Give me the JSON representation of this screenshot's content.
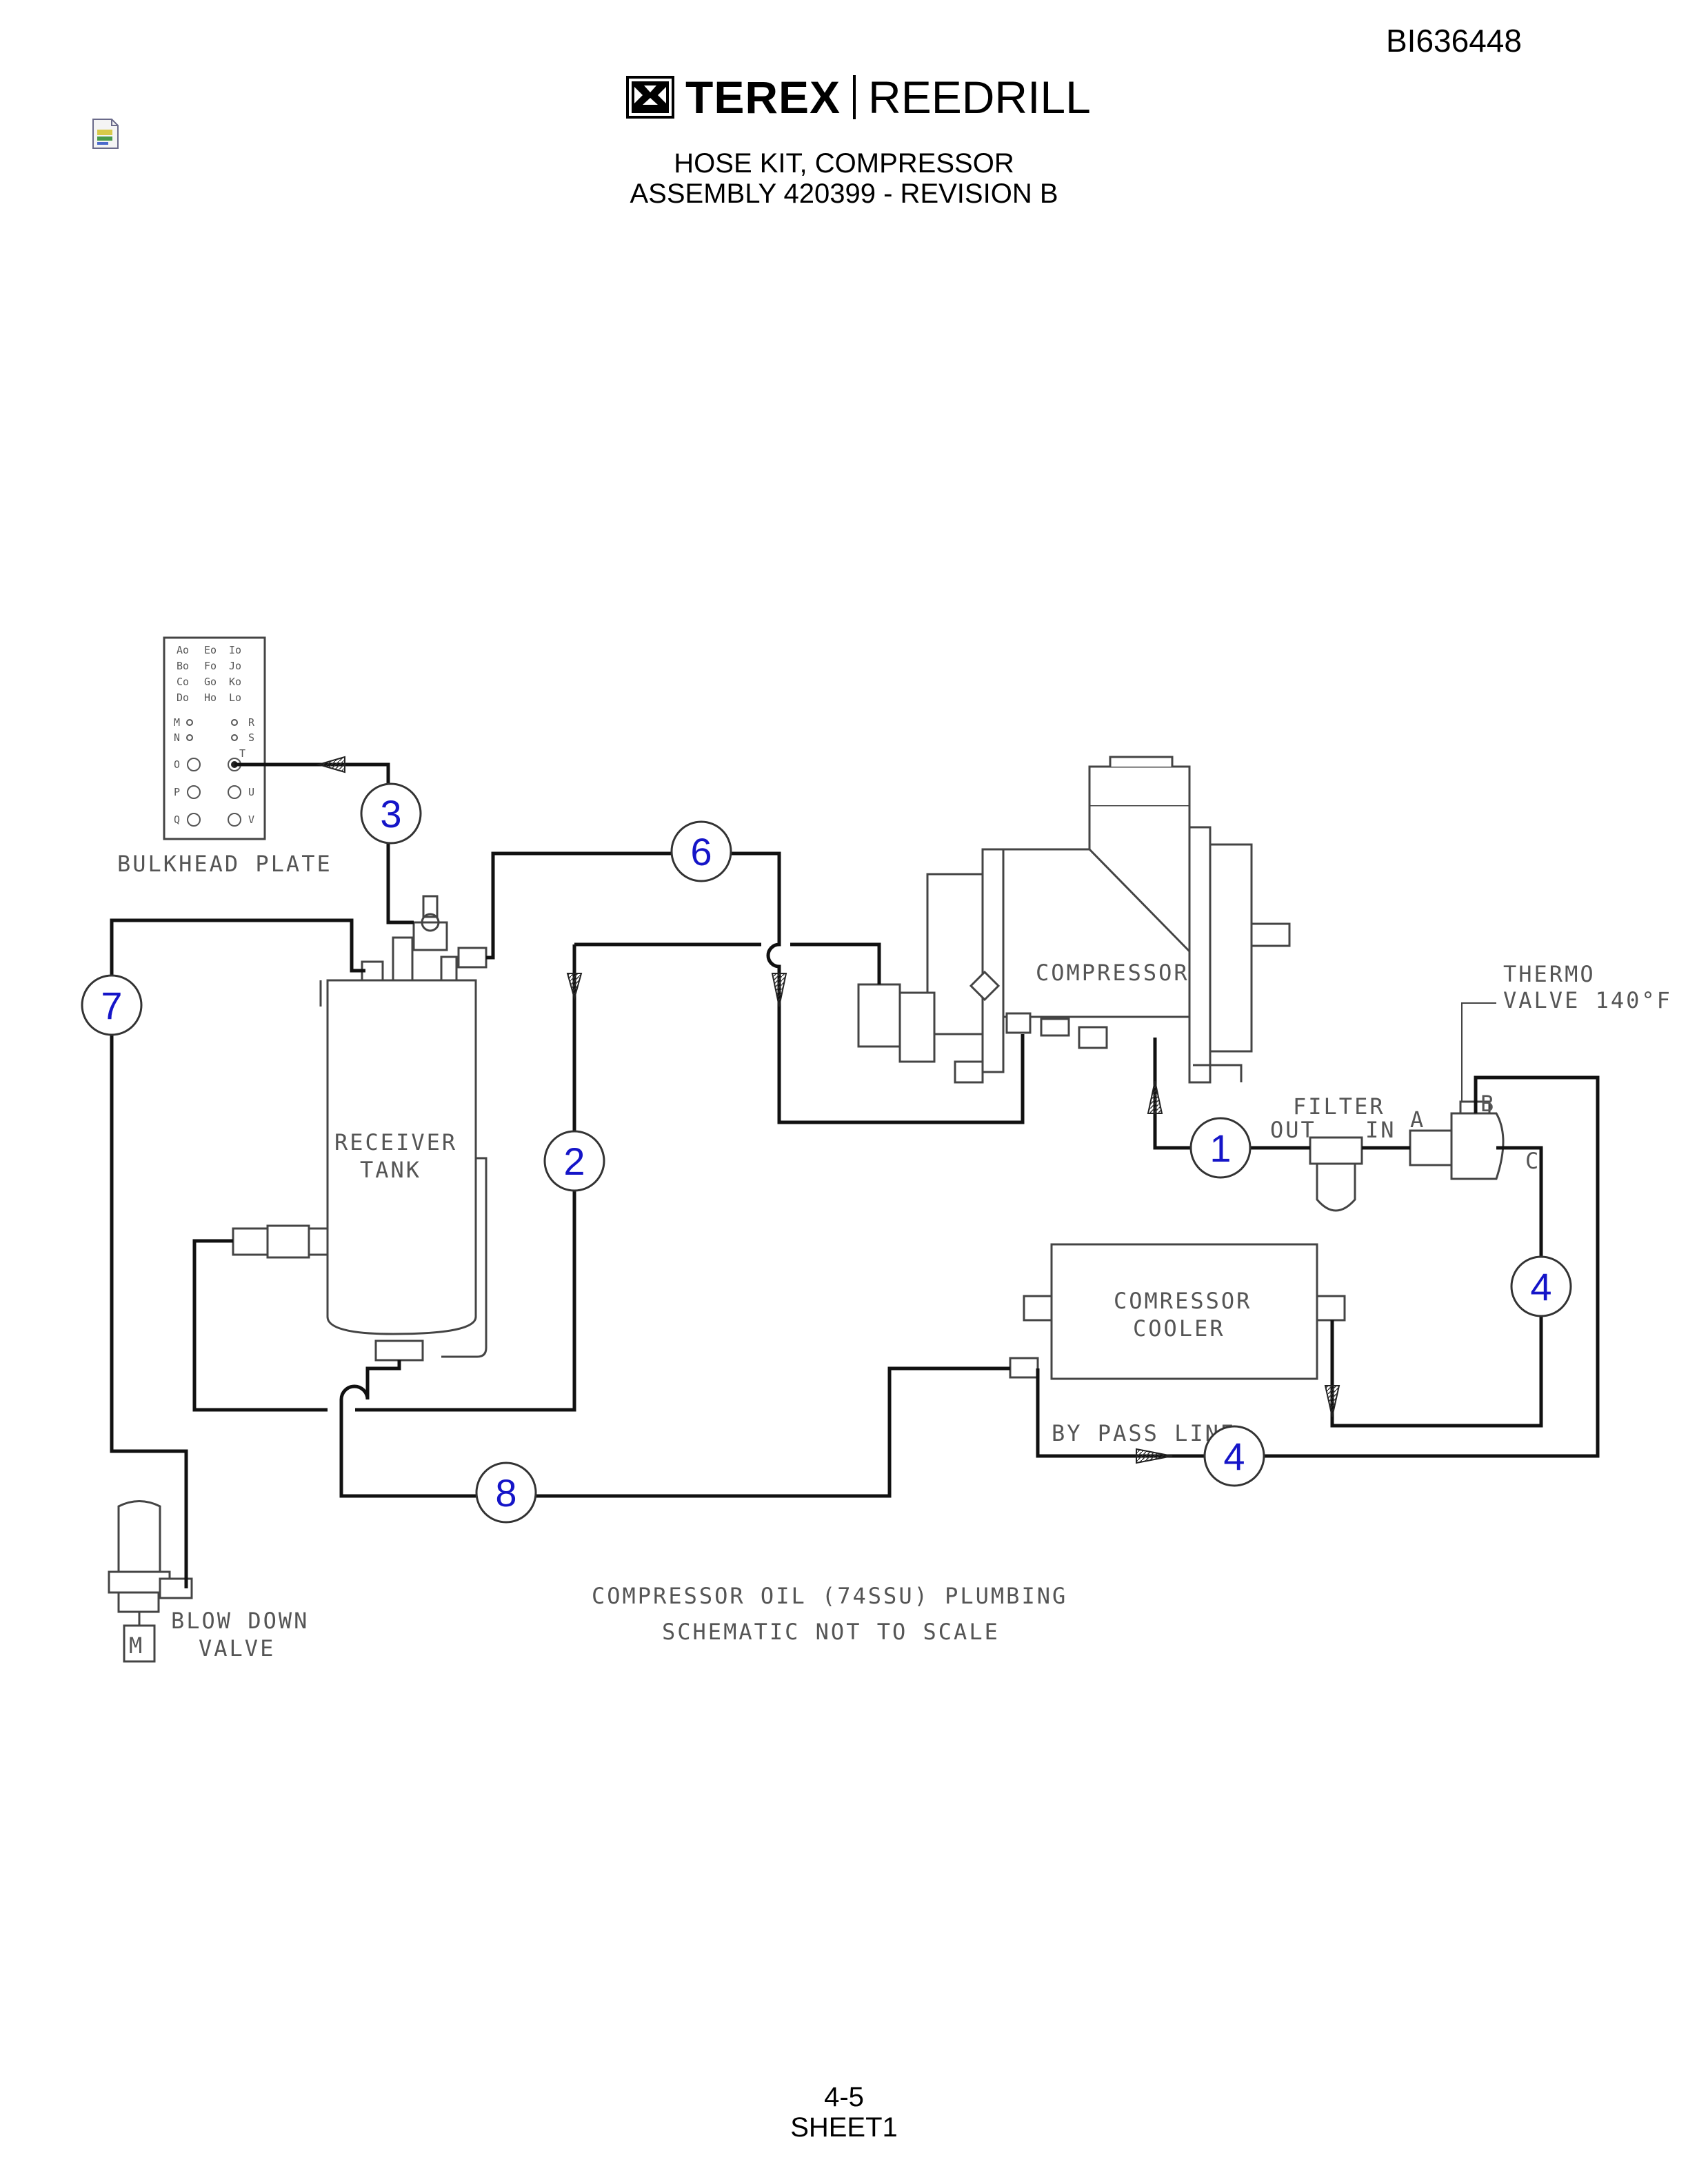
{
  "doc_id": "BI636448",
  "logo": {
    "brand": "TEREX",
    "sub_brand": "REEDRILL"
  },
  "title": {
    "line1": "HOSE KIT, COMPRESSOR",
    "line2": "ASSEMBLY 420399 - REVISION B"
  },
  "labels": {
    "bulkhead": "BULKHEAD PLATE",
    "receiver1": "RECEIVER",
    "receiver2": "TANK",
    "compressor": "COMPRESSOR",
    "thermo1": "THERMO",
    "thermo2": "VALVE 140°F",
    "filter": "FILTER",
    "filter_out": "OUT",
    "filter_in": "IN",
    "port_a": "A",
    "port_b": "B",
    "port_c": "C",
    "cooler1": "COMRESSOR",
    "cooler2": "COOLER",
    "bypass": "BY PASS LINE",
    "blowdown1": "BLOW DOWN",
    "blowdown2": "VALVE",
    "motor": "M",
    "caption1": "COMPRESSOR OIL (74SSU) PLUMBING",
    "caption2": "SCHEMATIC NOT TO SCALE"
  },
  "plate_labels": {
    "r1": [
      "Ao",
      "Eo",
      "Io"
    ],
    "r2": [
      "Bo",
      "Fo",
      "Jo"
    ],
    "r3": [
      "Co",
      "Go",
      "Ko"
    ],
    "r4": [
      "Do",
      "Ho",
      "Lo"
    ],
    "m": "M",
    "n": "N",
    "o": "O",
    "p": "P",
    "q": "Q",
    "r": "R",
    "s": "S",
    "t": "T",
    "u": "U",
    "v": "V"
  },
  "callouts": {
    "c1": "1",
    "c2": "2",
    "c3": "3",
    "c4a": "4",
    "c4b": "4",
    "c6": "6",
    "c7": "7",
    "c8": "8"
  },
  "footer": {
    "page": "4-5",
    "sheet": "SHEET1"
  }
}
